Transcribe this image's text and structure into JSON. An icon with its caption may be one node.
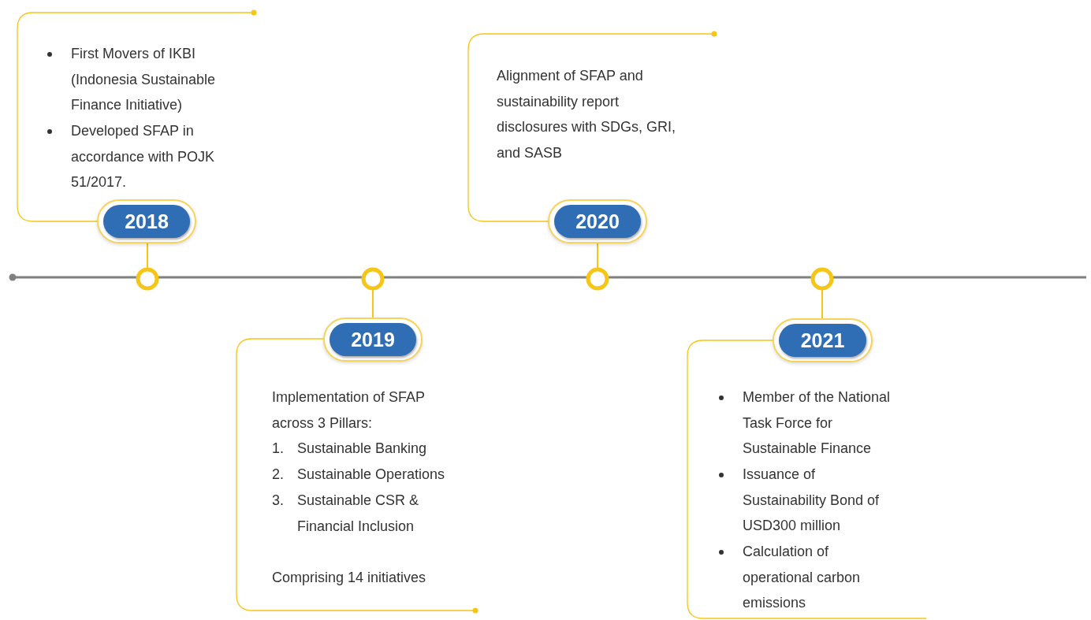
{
  "diagram": {
    "nodes": [
      {
        "text": [
          "First Movers of IKBI (Indonesia Sustainable Finance Initiative)",
          "Developed SFAP in accordance with POJK 51/2017."
        ]
      },
      {
        "text": [
          "2018"
        ]
      },
      {
        "text": [],
        "shape": "circle"
      },
      {
        "text": [],
        "shape": "circle"
      },
      {
        "text": [
          "2019"
        ]
      },
      {
        "text": [
          "Implementation of SFAP across 3 Pillars:",
          "1.",
          "Sustainable Banking",
          "2.",
          "Sustainable Operations",
          "3.",
          "Sustainable CSR & Financial Inclusion",
          "Comprising 14 initiatives"
        ]
      },
      {
        "text": [
          "Alignment of SFAP and sustainability report disclosures with SDGs, GRI, and SASB"
        ]
      },
      {
        "text": [
          "2020"
        ]
      },
      {
        "text": [],
        "shape": "circle"
      },
      {
        "text": [],
        "shape": "circle"
      },
      {
        "text": [
          "2021"
        ]
      },
      {
        "text": [
          "Member of the National Task Force for Sustainable Finance",
          "Issuance of Sustainability Bond of USD300 million",
          "Calculation of operational carbon emissions"
        ]
      }
    ],
    "edges": [
      {
        "from": 1,
        "to": 2,
        "arrow": "none"
      },
      {
        "from": 4,
        "to": 3,
        "arrow": "none"
      },
      {
        "from": 7,
        "to": 8,
        "arrow": "none"
      },
      {
        "from": 10,
        "to": 9,
        "arrow": "none"
      }
    ]
  }
}
